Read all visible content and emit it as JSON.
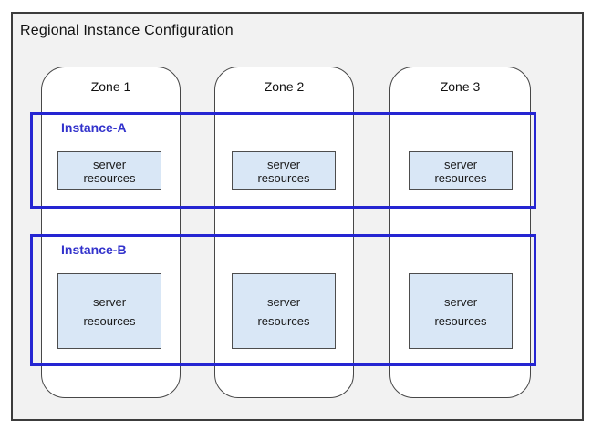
{
  "diagram": {
    "title": "Regional Instance Configuration",
    "zones": [
      {
        "label": "Zone 1"
      },
      {
        "label": "Zone 2"
      },
      {
        "label": "Zone 3"
      }
    ],
    "instances": [
      {
        "label": "Instance-A",
        "boxes": [
          {
            "line1": "server",
            "line2": "resources"
          },
          {
            "line1": "server",
            "line2": "resources"
          },
          {
            "line1": "server",
            "line2": "resources"
          }
        ]
      },
      {
        "label": "Instance-B",
        "boxes": [
          {
            "line1": "server",
            "line2": "resources"
          },
          {
            "line1": "server",
            "line2": "resources"
          },
          {
            "line1": "server",
            "line2": "resources"
          }
        ]
      }
    ],
    "colors": {
      "region_fill": "#f2f2f2",
      "region_outline": "#3c3c3c",
      "zone_fill": "#ffffff",
      "instance_border": "#2525d2",
      "instance_label": "#3333cc",
      "server_box_fill": "#d9e7f6",
      "server_box_border": "#4d4d4d"
    }
  }
}
